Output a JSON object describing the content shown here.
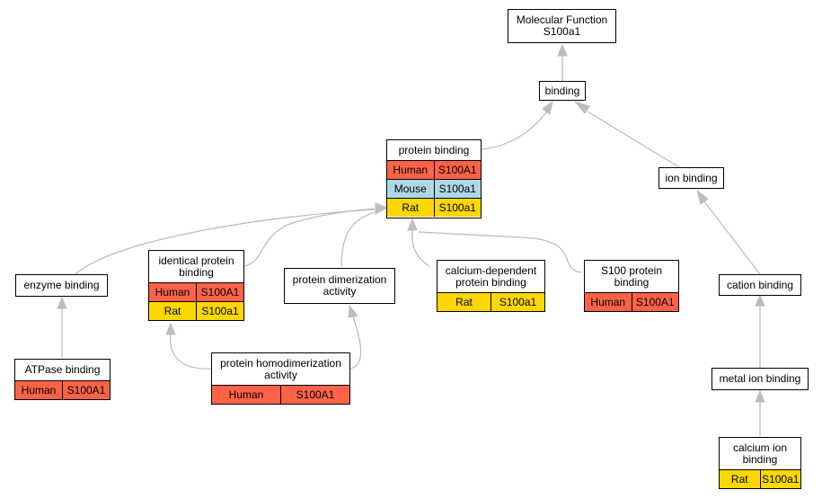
{
  "colors": {
    "Human": "#ff6347",
    "Mouse": "#add8e6",
    "Rat": "#ffd700",
    "edge": "#bdbdbd"
  },
  "nodes": {
    "mf": {
      "label": "Molecular Function\nS100a1",
      "rows": []
    },
    "binding": {
      "label": "binding",
      "rows": []
    },
    "protein": {
      "label": "protein binding",
      "rows": [
        {
          "species": "Human",
          "gene": "S100A1"
        },
        {
          "species": "Mouse",
          "gene": "S100a1"
        },
        {
          "species": "Rat",
          "gene": "S100a1"
        }
      ]
    },
    "ion": {
      "label": "ion binding",
      "rows": []
    },
    "enzyme": {
      "label": "enzyme binding",
      "rows": []
    },
    "identical": {
      "label": "identical protein\nbinding",
      "rows": [
        {
          "species": "Human",
          "gene": "S100A1"
        },
        {
          "species": "Rat",
          "gene": "S100a1"
        }
      ]
    },
    "dimer": {
      "label": "protein dimerization\nactivity",
      "rows": []
    },
    "calcdep": {
      "label": "calcium-dependent\nprotein binding",
      "rows": [
        {
          "species": "Rat",
          "gene": "S100a1"
        }
      ]
    },
    "s100": {
      "label": "S100 protein\nbinding",
      "rows": [
        {
          "species": "Human",
          "gene": "S100A1"
        }
      ]
    },
    "cation": {
      "label": "cation binding",
      "rows": []
    },
    "atpase": {
      "label": "ATPase binding",
      "rows": [
        {
          "species": "Human",
          "gene": "S100A1"
        }
      ]
    },
    "homodimer": {
      "label": "protein homodimerization\nactivity",
      "rows": [
        {
          "species": "Human",
          "gene": "S100A1"
        }
      ]
    },
    "metal": {
      "label": "metal ion binding",
      "rows": []
    },
    "calcium": {
      "label": "calcium ion\nbinding",
      "rows": [
        {
          "species": "Rat",
          "gene": "S100a1"
        }
      ]
    }
  }
}
